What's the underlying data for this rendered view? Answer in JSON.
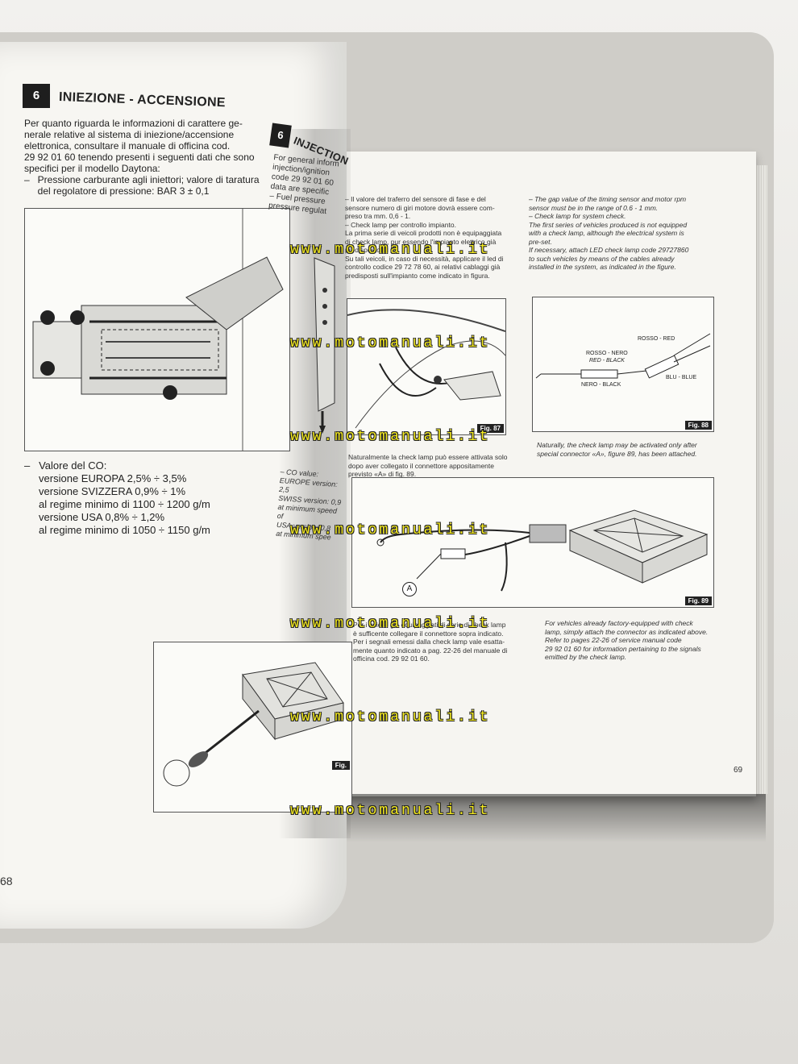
{
  "left_page": {
    "section_number": "6",
    "heading": "INIEZIONE - ACCENSIONE",
    "intro_lines": [
      "Per quanto riguarda le informazioni di carattere ge-",
      "nerale relative al sistema di iniezione/accensione",
      "elettronica, consultare il manuale di officina cod.",
      "29 92 01 60 tenendo presenti i seguenti dati che sono",
      "specifici per il modello Daytona:"
    ],
    "pressure_lines": [
      "–   Pressione carburante agli iniettori; valore di taratura",
      "     del regolatore di pressione: BAR 3 ± 0,1"
    ],
    "co_lines": [
      "–   Valore del CO:",
      "     versione EUROPA 2,5% ÷ 3,5%",
      "     versione SVIZZERA 0,9% ÷ 1%",
      "     al regime minimo di 1100 ÷ 1200 g/m",
      "     versione USA 0,8% ÷ 1,2%",
      "     al regime minimo di 1050 ÷ 1150 g/m"
    ],
    "page_number": "68"
  },
  "right_page": {
    "section_number": "6",
    "heading": "INJECTION",
    "en_intro_lines": [
      "For general inform",
      "injection/ignition",
      "code 29 92 01 60",
      "data are specific",
      "– Fuel pressure",
      "pressure regulat"
    ],
    "it_col1_lines": [
      "– Il valore del traferro del sensore di fase e del",
      "sensore numero di giri motore dovrà essere com-",
      "preso tra mm. 0,6 - 1.",
      "– Check lamp per controllo impianto.",
      "La prima serie di veicoli prodotti non è equipaggiata",
      "di check lamp, pur essendo l'impianto elettrico già",
      "predisposto.",
      "Su tali veicoli, in caso di necessità, applicare il led di",
      "controllo codice 29 72 78 60, ai relativi cablaggi già",
      "predisposti sull'impianto come indicato in figura."
    ],
    "en_col2_lines": [
      "– The gap value of the timing sensor and motor rpm",
      "sensor must be in the range of 0.6 - 1 mm.",
      "– Check lamp for system check.",
      "The first series of vehicles produced is not equipped",
      "with a check lamp, although the electrical system is",
      "pre-set.",
      "If necessary, attach LED check lamp code 29727860",
      "to such vehicles by means of the cables already",
      "installed in the system, as indicated in the figure."
    ],
    "fig87_label": "Fig. 87",
    "fig88_label": "Fig. 88",
    "fig88_wires": [
      "ROSSO - RED",
      "ROSSO - NERO",
      "RED - BLACK",
      "BLU - BLUE",
      "NERO - BLACK"
    ],
    "it_after_fig_lines": [
      "Naturalmente la check lamp può essere attivata solo",
      "dopo aver collegato il connettore appositamente",
      "previsto «A» di fig. 89."
    ],
    "en_after_fig_lines": [
      "Naturally, the check lamp may be activated only after",
      "special connector «A», figure 89, has been attached."
    ],
    "co_en_lines": [
      "– CO value:",
      "EUROPE version: 2,5",
      "SWISS version: 0,9",
      "at minimum speed of",
      "USA version: 0,8",
      "at minimum spee"
    ],
    "fig89_label": "Fig. 89",
    "fig89_connector": "A",
    "it_bottom_lines": [
      "Per i veicoli già equipaggiati di serie di check lamp",
      "è sufficente collegare il connettore sopra indicato.",
      "Per i segnali emessi dalla check lamp vale esatta-",
      "mente quanto indicato a pag. 22-26 del manuale di",
      "officina cod. 29 92 01 60."
    ],
    "en_bottom_lines": [
      "For vehicles already factory-equipped with check",
      "lamp, simply attach the connector as indicated above.",
      "Refer to pages 22-26 of service manual code",
      "29 92 01 60 for information pertaining to the signals",
      "emitted by the check lamp."
    ],
    "fig_left_label": "Fig.",
    "page_number": "69"
  },
  "watermark": "www.motomanuali.it",
  "colors": {
    "watermark": "#f4ea20",
    "paper": "#f7f6f2",
    "ink": "#222222"
  }
}
